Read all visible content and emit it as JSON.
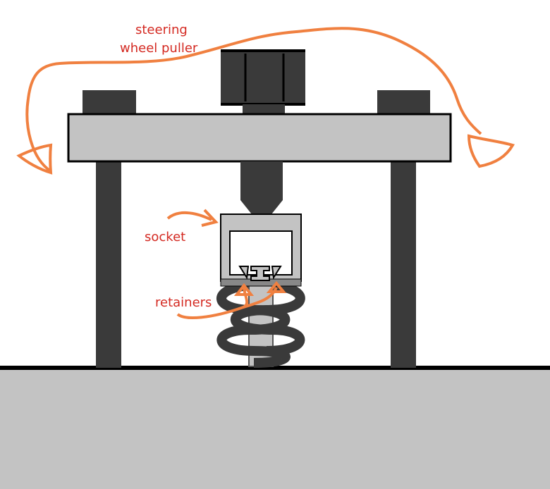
{
  "labels": {
    "puller_line1": "steering",
    "puller_line2": "wheel puller",
    "socket": "socket",
    "retainers": "retainers"
  },
  "colors": {
    "background": "#ffffff",
    "ground": "#c3c3c3",
    "ground_line": "#000000",
    "dark_part": "#3a3a3a",
    "crossbar": "#c3c3c3",
    "outline": "#000000",
    "annotation": "#f08040",
    "label_text": "#d42a22"
  }
}
